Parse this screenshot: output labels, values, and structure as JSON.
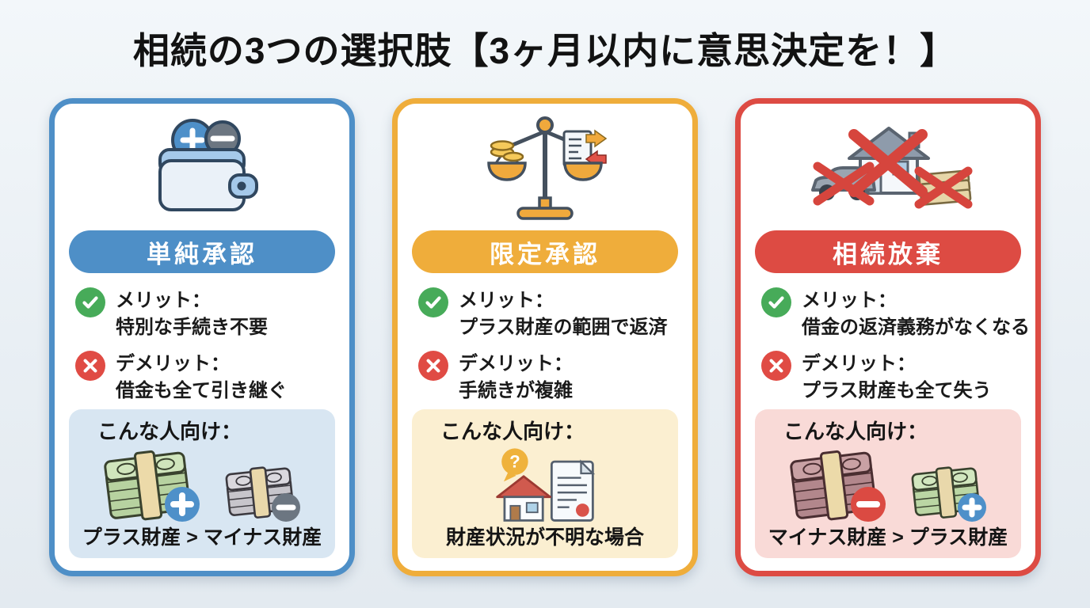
{
  "page": {
    "title": "相続の3つの選択肢【3ヶ月以内に意思決定を！】",
    "background": "#E9EFF4"
  },
  "labels": {
    "merit": "メリット：",
    "demerit": "デメリット：",
    "target": "こんな人向け："
  },
  "shared_icons": {
    "merit": "check-circle-icon",
    "demerit": "cross-circle-icon",
    "check_color": "#47AB59",
    "cross_color": "#E04B44"
  },
  "cards": [
    {
      "name": "単純承認",
      "main_icon": "wallet-plus-minus-icon",
      "merit": "特別な手続き不要",
      "demerit": "借金も全て引き継ぐ",
      "target": "プラス財産 > マイナス財産",
      "target_icons": [
        "money-stack-plus-icon",
        "money-stack-minus-icon"
      ],
      "colors": {
        "accent": "#4E8FC7",
        "box": "#D8E6F2"
      }
    },
    {
      "name": "限定承認",
      "main_icon": "balance-scale-icon",
      "merit": "プラス財産の範囲で返済",
      "demerit": "手続きが複雑",
      "target": "財産状況が不明な場合",
      "target_icons": [
        "house-question-document-icon"
      ],
      "colors": {
        "accent": "#EFAD3B",
        "box": "#FBEFD1"
      }
    },
    {
      "name": "相続放棄",
      "main_icon": "crossed-out-assets-icon",
      "merit": "借金の返済義務がなくなる",
      "demerit": "プラス財産も全て失う",
      "target": "マイナス財産 > プラス財産",
      "target_icons": [
        "money-stack-minus-icon",
        "money-stack-plus-icon"
      ],
      "colors": {
        "accent": "#DD4B43",
        "box": "#F9DAD7"
      }
    }
  ]
}
